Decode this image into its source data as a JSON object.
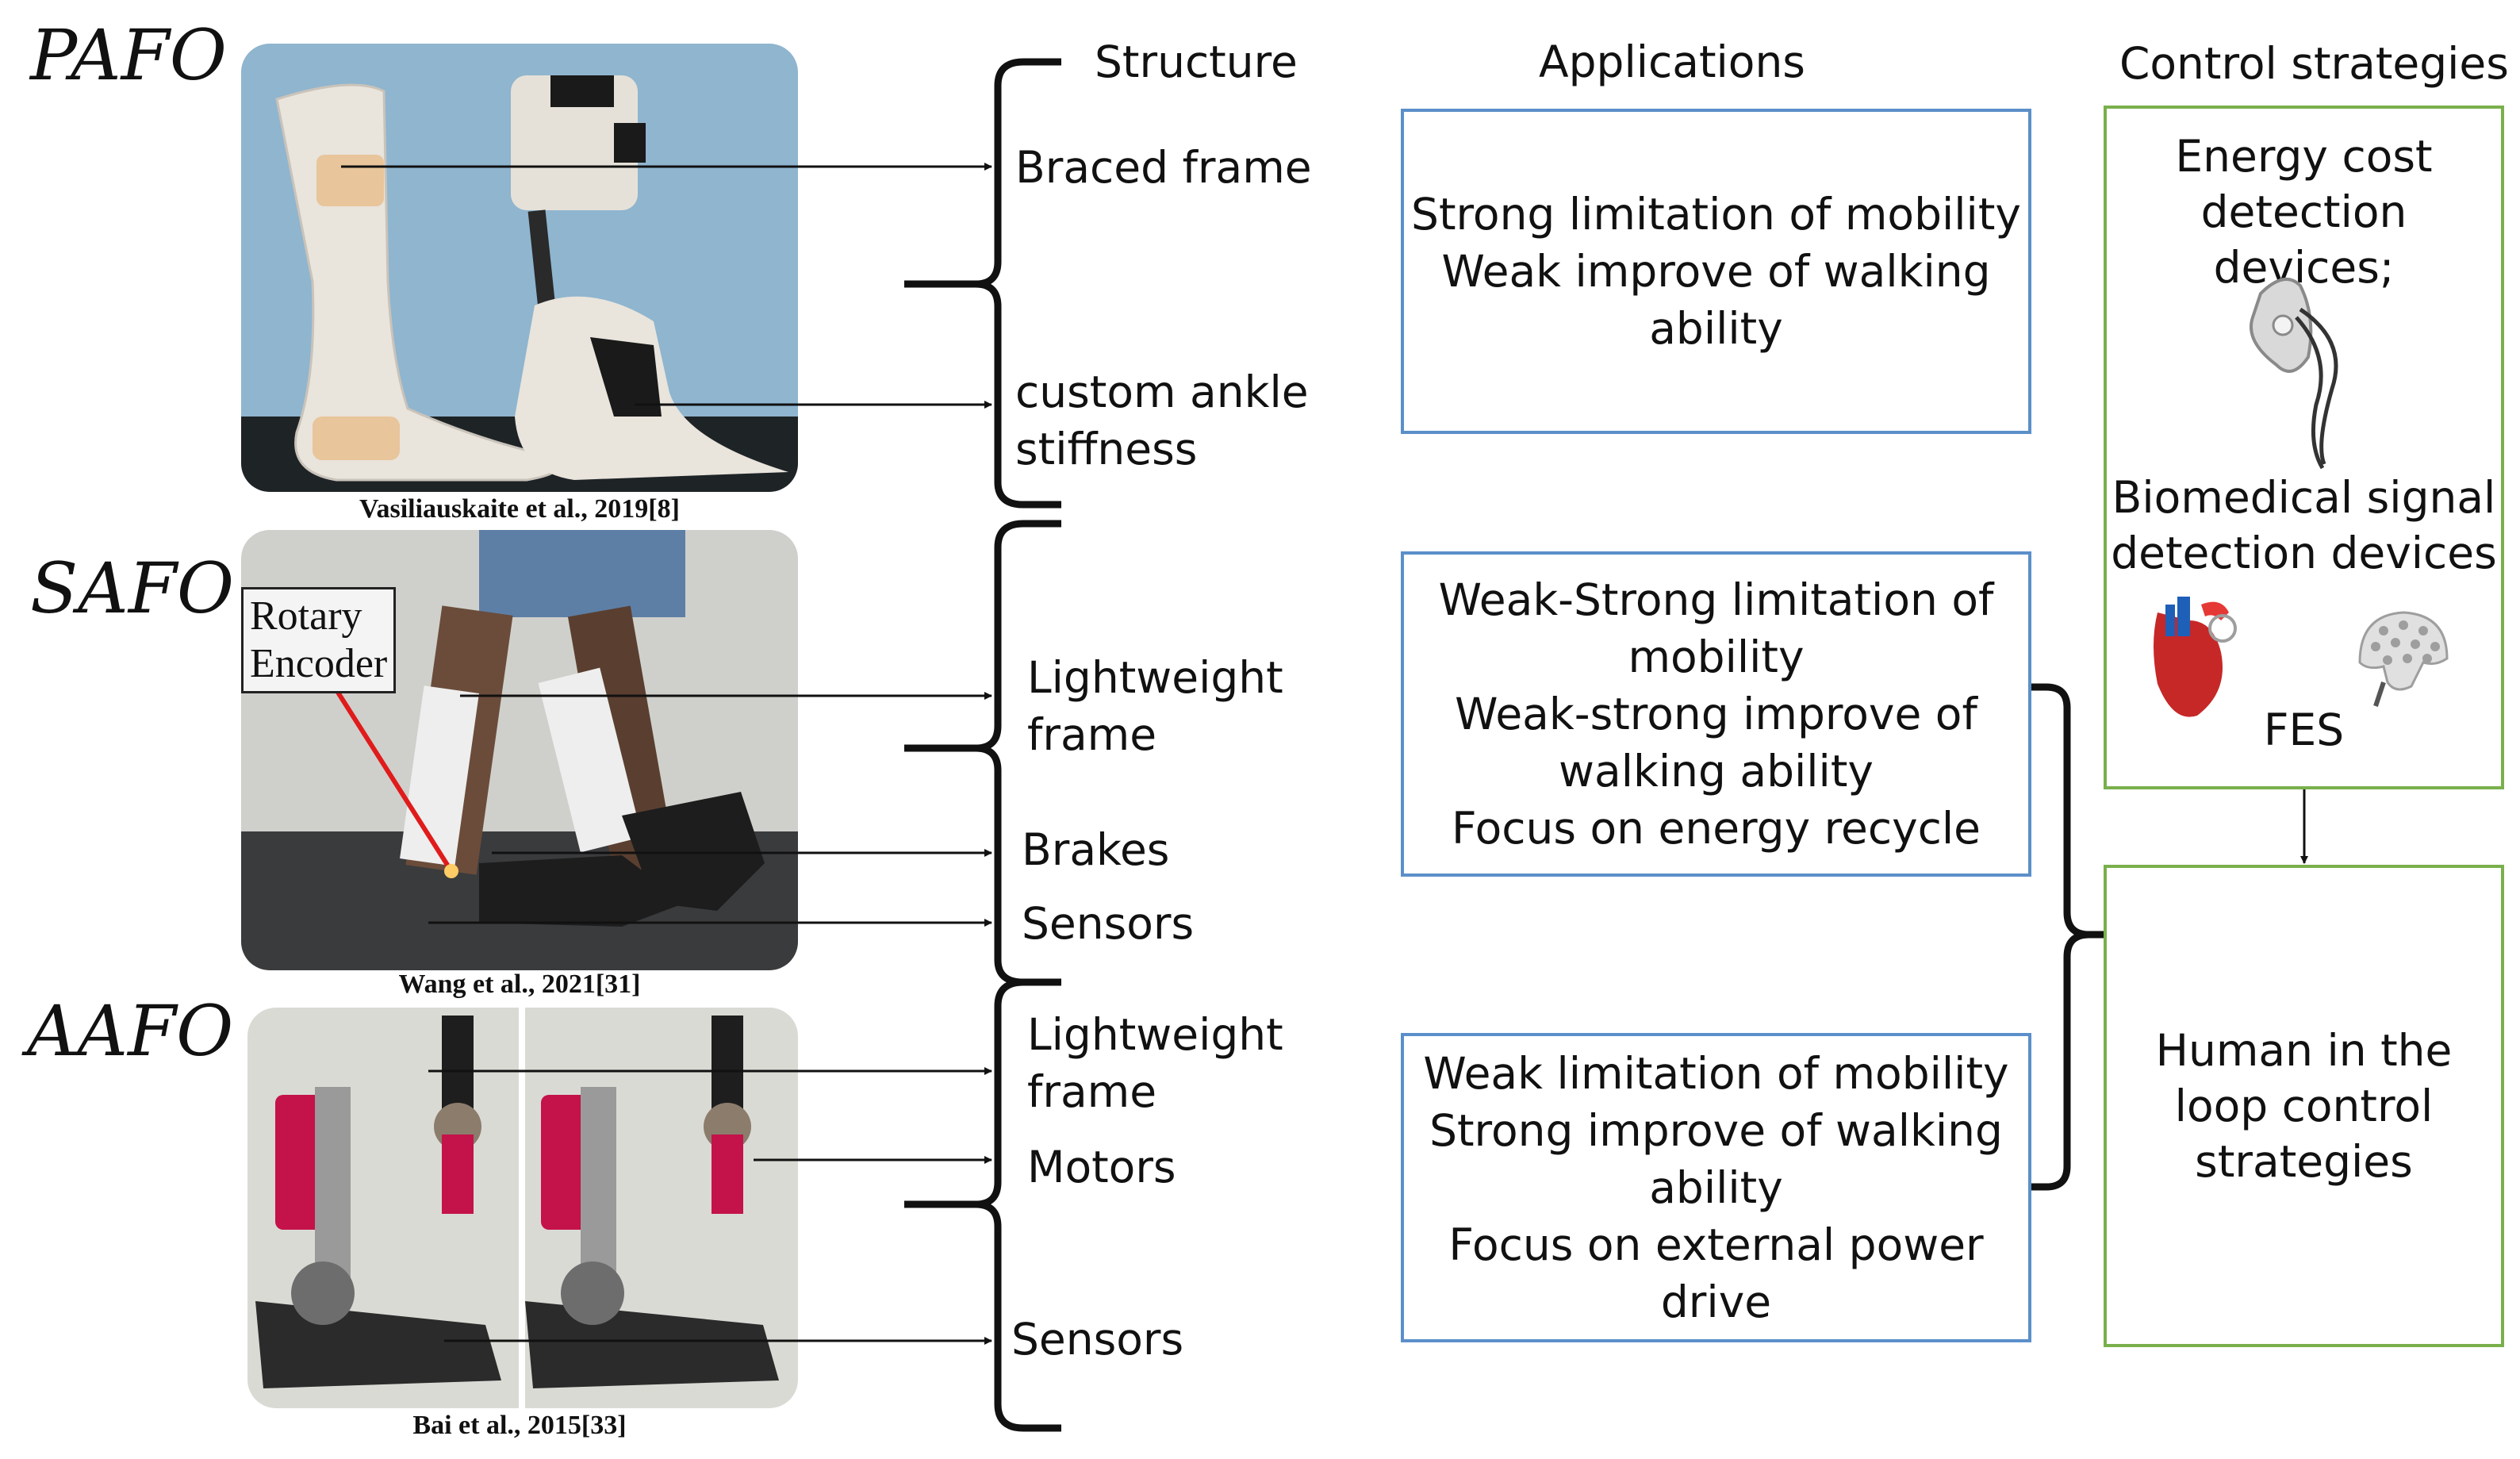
{
  "categories": [
    {
      "label": "PAFO",
      "caption": "Vasiliauskaite et al., 2019[8]",
      "structure": [
        "Braced frame",
        "custom ankle\nstiffness"
      ]
    },
    {
      "label": "SAFO",
      "caption": "Wang et al., 2021[31]",
      "overlay": "Rotary\nEncoder",
      "structure": [
        "Lightweight\nframe",
        "Brakes",
        "Sensors"
      ]
    },
    {
      "label": "AAFO",
      "caption": "Bai et al., 2015[33]",
      "structure": [
        "Lightweight\nframe",
        "Motors",
        "Sensors"
      ]
    }
  ],
  "headings": {
    "structure": "Structure",
    "applications": "Applications",
    "control": "Control strategies"
  },
  "applications": [
    "Strong limitation of mobility\nWeak improve of walking\nability",
    "Weak-Strong limitation of\nmobility\nWeak-strong improve of\nwalking ability\nFocus on energy recycle",
    "Weak limitation of mobility\nStrong improve of walking\nability\nFocus on external power\ndrive"
  ],
  "control": {
    "energy": "Energy cost\ndetection devices;",
    "bio": "Biomedical signal\ndetection devices",
    "fes": "FES",
    "hil": "Human in the\nloop control\nstrategies"
  },
  "colors": {
    "blue_border": "#5b8fc9",
    "green_border": "#79b04b"
  }
}
